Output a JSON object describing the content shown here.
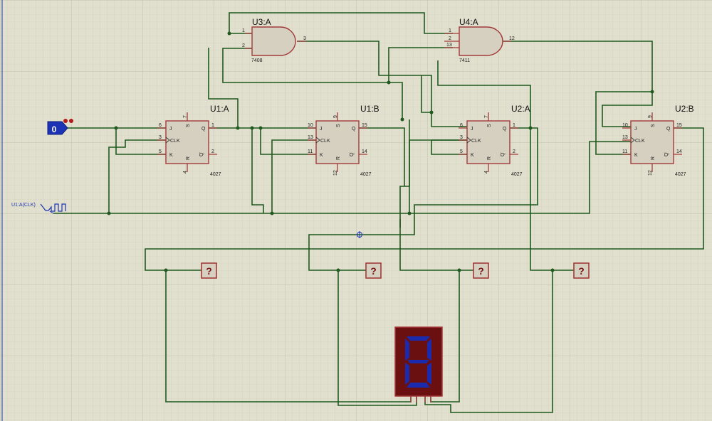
{
  "colors": {
    "background": "#e1dfcd",
    "grid": "#cfccb8",
    "wire": "#1f5a1f",
    "chip_stroke": "#a33a3a",
    "display_bg": "#6b1010",
    "segment": "#1a2bb0",
    "terminal": "#1c33b5"
  },
  "input_terminal": {
    "value": "0"
  },
  "clock_source": {
    "label": "U1:A(CLK)"
  },
  "gates": [
    {
      "name": "U3:A",
      "part": "7408",
      "pins": [
        "1",
        "2",
        "3"
      ]
    },
    {
      "name": "U4:A",
      "part": "7411",
      "pins": [
        "1",
        "2",
        "13",
        "12"
      ]
    }
  ],
  "flipflops": [
    {
      "name": "U1:A",
      "part": "4027",
      "pins": {
        "j": "6",
        "clk": "3",
        "k": "5",
        "s": "7",
        "r": "4",
        "q": "1",
        "qbar": "2"
      }
    },
    {
      "name": "U1:B",
      "part": "4027",
      "pins": {
        "j": "10",
        "clk": "13",
        "k": "11",
        "s": "9",
        "r": "12",
        "q": "15",
        "qbar": "14"
      }
    },
    {
      "name": "U2:A",
      "part": "4027",
      "pins": {
        "j": "6",
        "clk": "3",
        "k": "5",
        "s": "7",
        "r": "4",
        "q": "1",
        "qbar": "2"
      }
    },
    {
      "name": "U2:B",
      "part": "4027",
      "pins": {
        "j": "10",
        "clk": "13",
        "k": "11",
        "s": "9",
        "r": "12",
        "q": "15",
        "qbar": "14"
      }
    }
  ],
  "ff_labels": {
    "j": "J",
    "clk": "CLK",
    "k": "K",
    "s": "S",
    "r": "R",
    "q": "Q",
    "qbar": "Q"
  },
  "probes": [
    {
      "value": "?"
    },
    {
      "value": "?"
    },
    {
      "value": "?"
    },
    {
      "value": "?"
    }
  ],
  "display": {
    "digit": "8"
  }
}
